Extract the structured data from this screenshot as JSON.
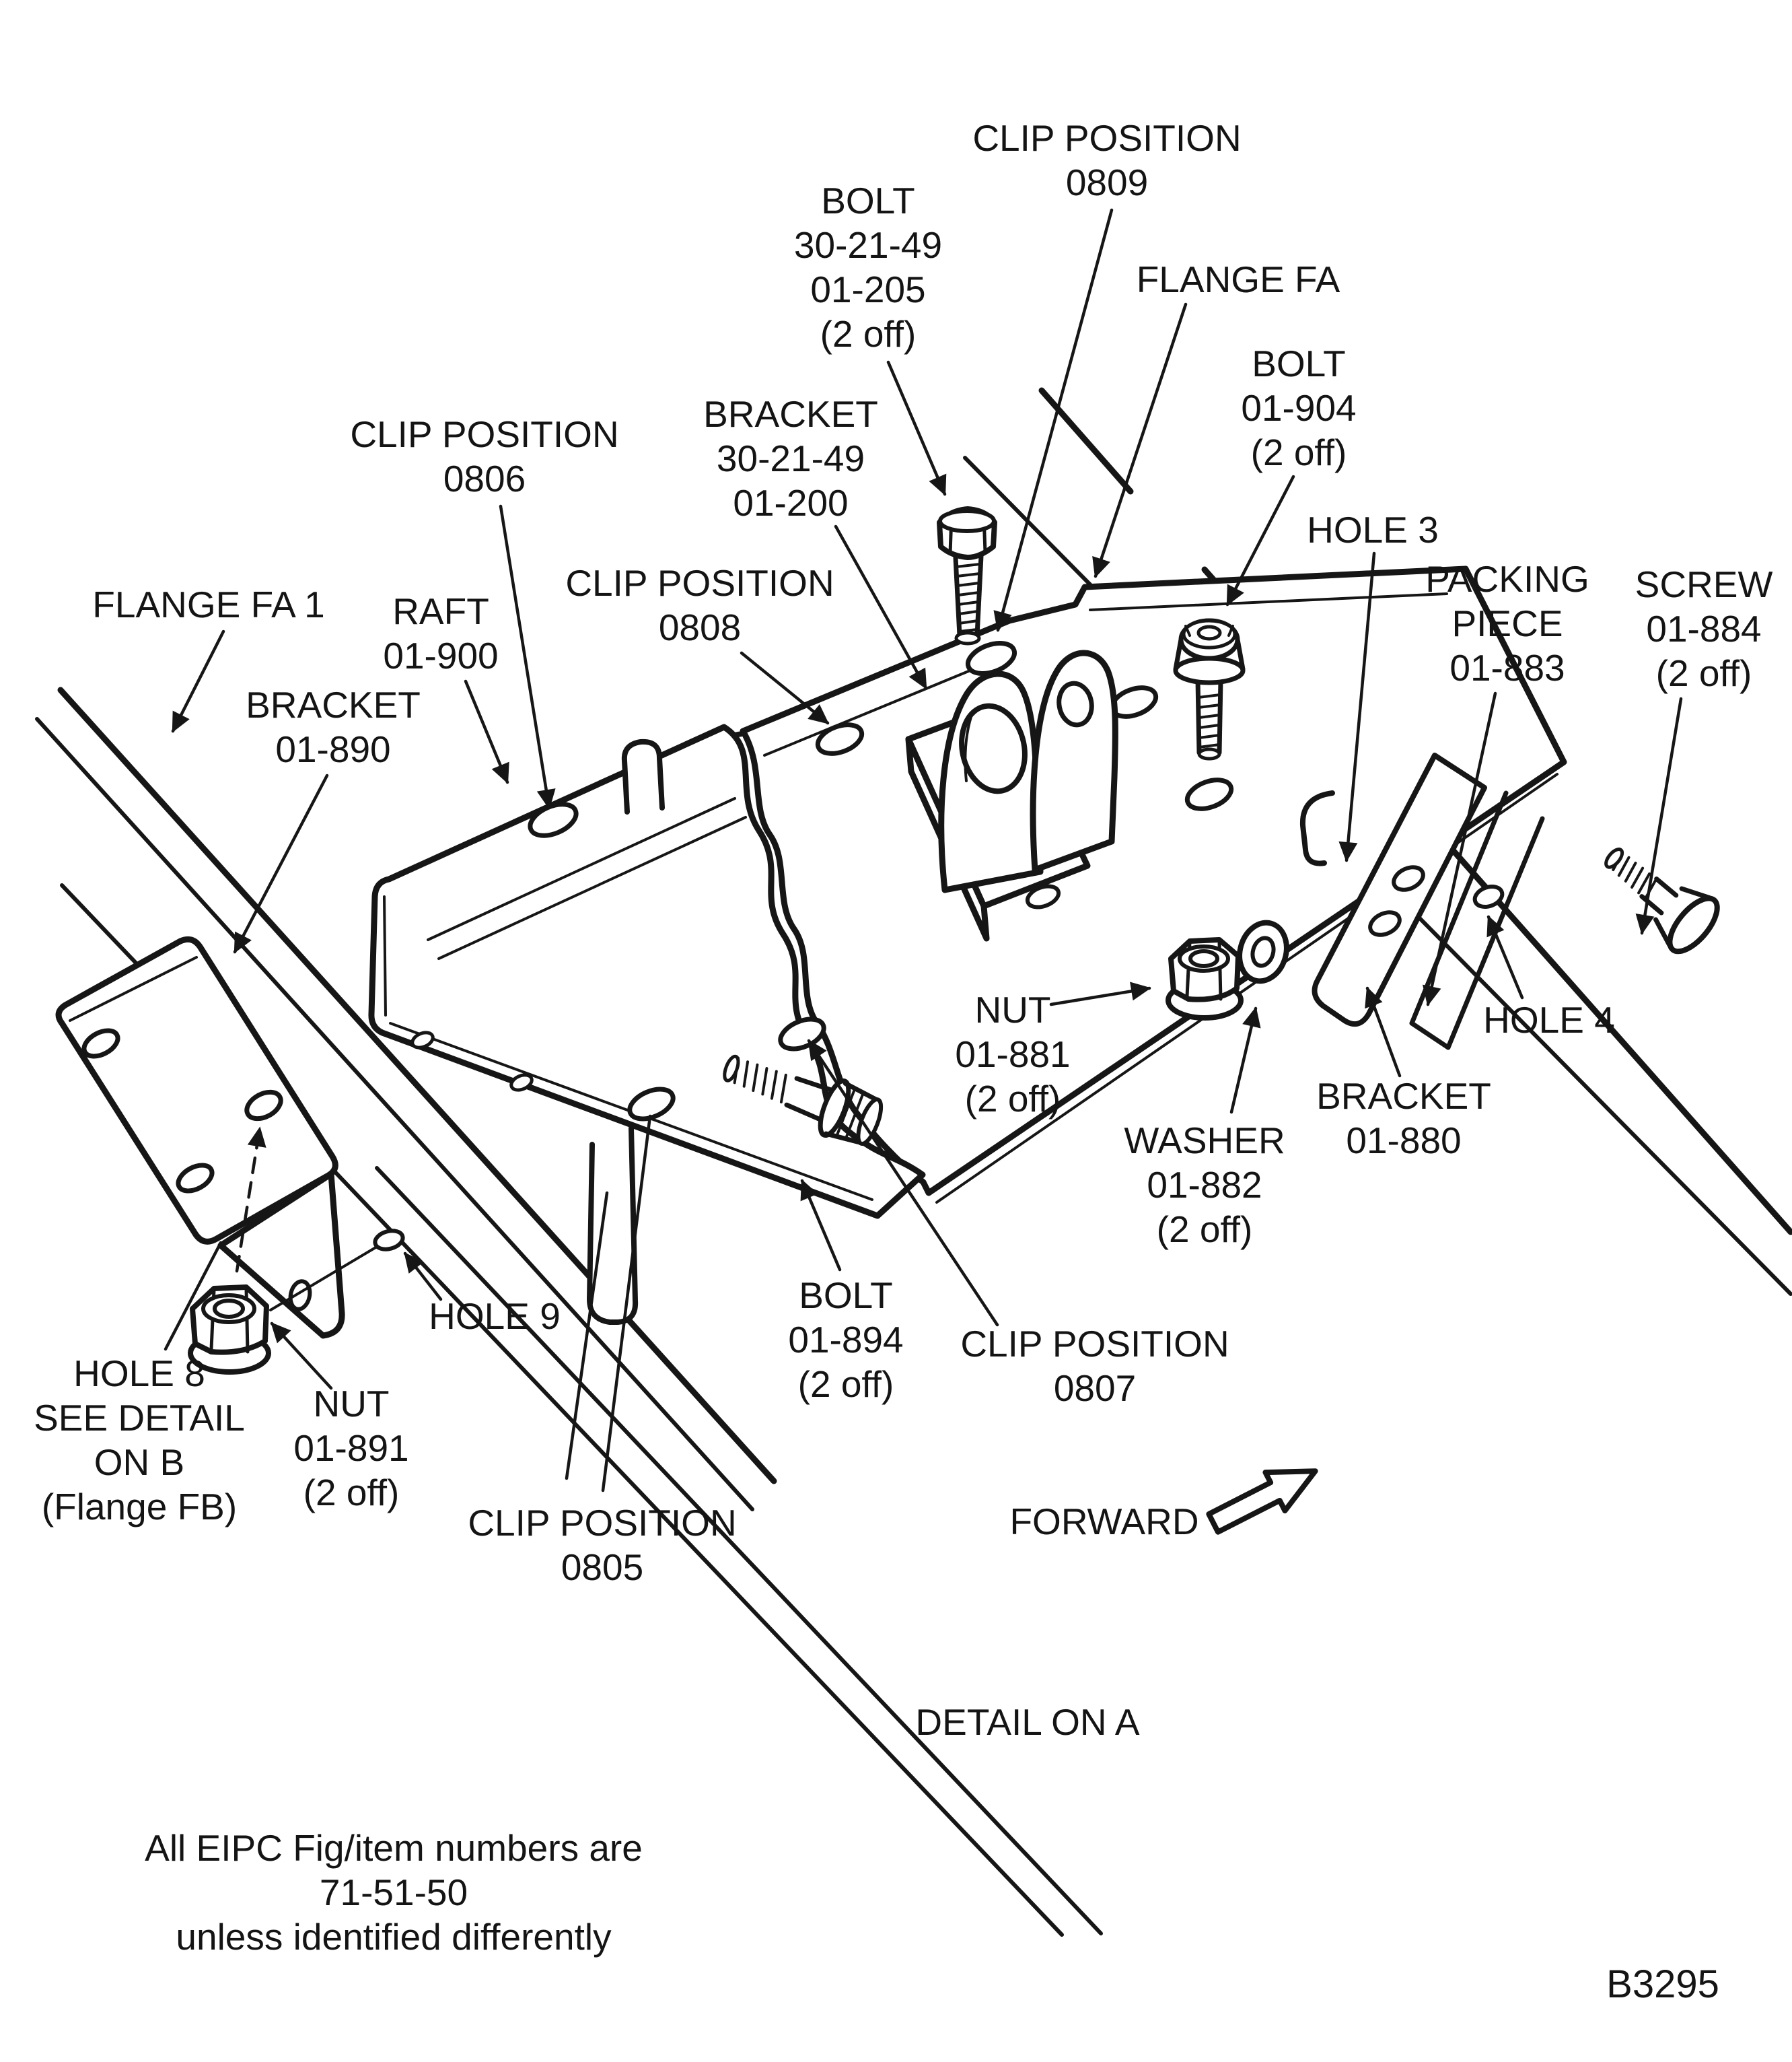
{
  "figure": {
    "drawing_number": "B3295",
    "detail_title": "DETAIL ON  A",
    "direction": "FORWARD",
    "note": [
      "All EIPC Fig/item numbers are",
      "71-51-50",
      "unless identified differently"
    ]
  },
  "labels": {
    "clip_position_0809": [
      "CLIP POSITION",
      "0809"
    ],
    "bolt_01_205": [
      "BOLT",
      "30-21-49",
      "01-205",
      "(2 off)"
    ],
    "flange_fa": [
      "FLANGE FA"
    ],
    "bolt_01_904": [
      "BOLT",
      "01-904",
      "(2 off)"
    ],
    "bracket_01_200": [
      "BRACKET",
      "30-21-49",
      "01-200"
    ],
    "hole_3": [
      "HOLE 3"
    ],
    "packing_piece_01_883": [
      "PACKING",
      "PIECE",
      "01-883"
    ],
    "screw_01_884": [
      "SCREW",
      "01-884",
      "(2 off)"
    ],
    "clip_position_0806": [
      "CLIP POSITION",
      "0806"
    ],
    "clip_position_0808": [
      "CLIP POSITION",
      "0808"
    ],
    "flange_fa1": [
      "FLANGE FA 1"
    ],
    "raft_01_900": [
      "RAFT",
      "01-900"
    ],
    "bracket_01_890": [
      "BRACKET",
      "01-890"
    ],
    "nut_01_881": [
      "NUT",
      "01-881",
      "(2 off)"
    ],
    "washer_01_882": [
      "WASHER",
      "01-882",
      "(2 off)"
    ],
    "bracket_01_880": [
      "BRACKET",
      "01-880"
    ],
    "hole_4": [
      "HOLE 4"
    ],
    "hole_9": [
      "HOLE 9"
    ],
    "bolt_01_894": [
      "BOLT",
      "01-894",
      "(2 off)"
    ],
    "clip_position_0807": [
      "CLIP POSITION",
      "0807"
    ],
    "hole_8_detail": [
      "HOLE 8",
      "SEE DETAIL",
      "ON B",
      "(Flange FB)"
    ],
    "nut_01_891": [
      "NUT",
      "01-891",
      "(2 off)"
    ],
    "clip_position_0805": [
      "CLIP POSITION",
      "0805"
    ]
  }
}
